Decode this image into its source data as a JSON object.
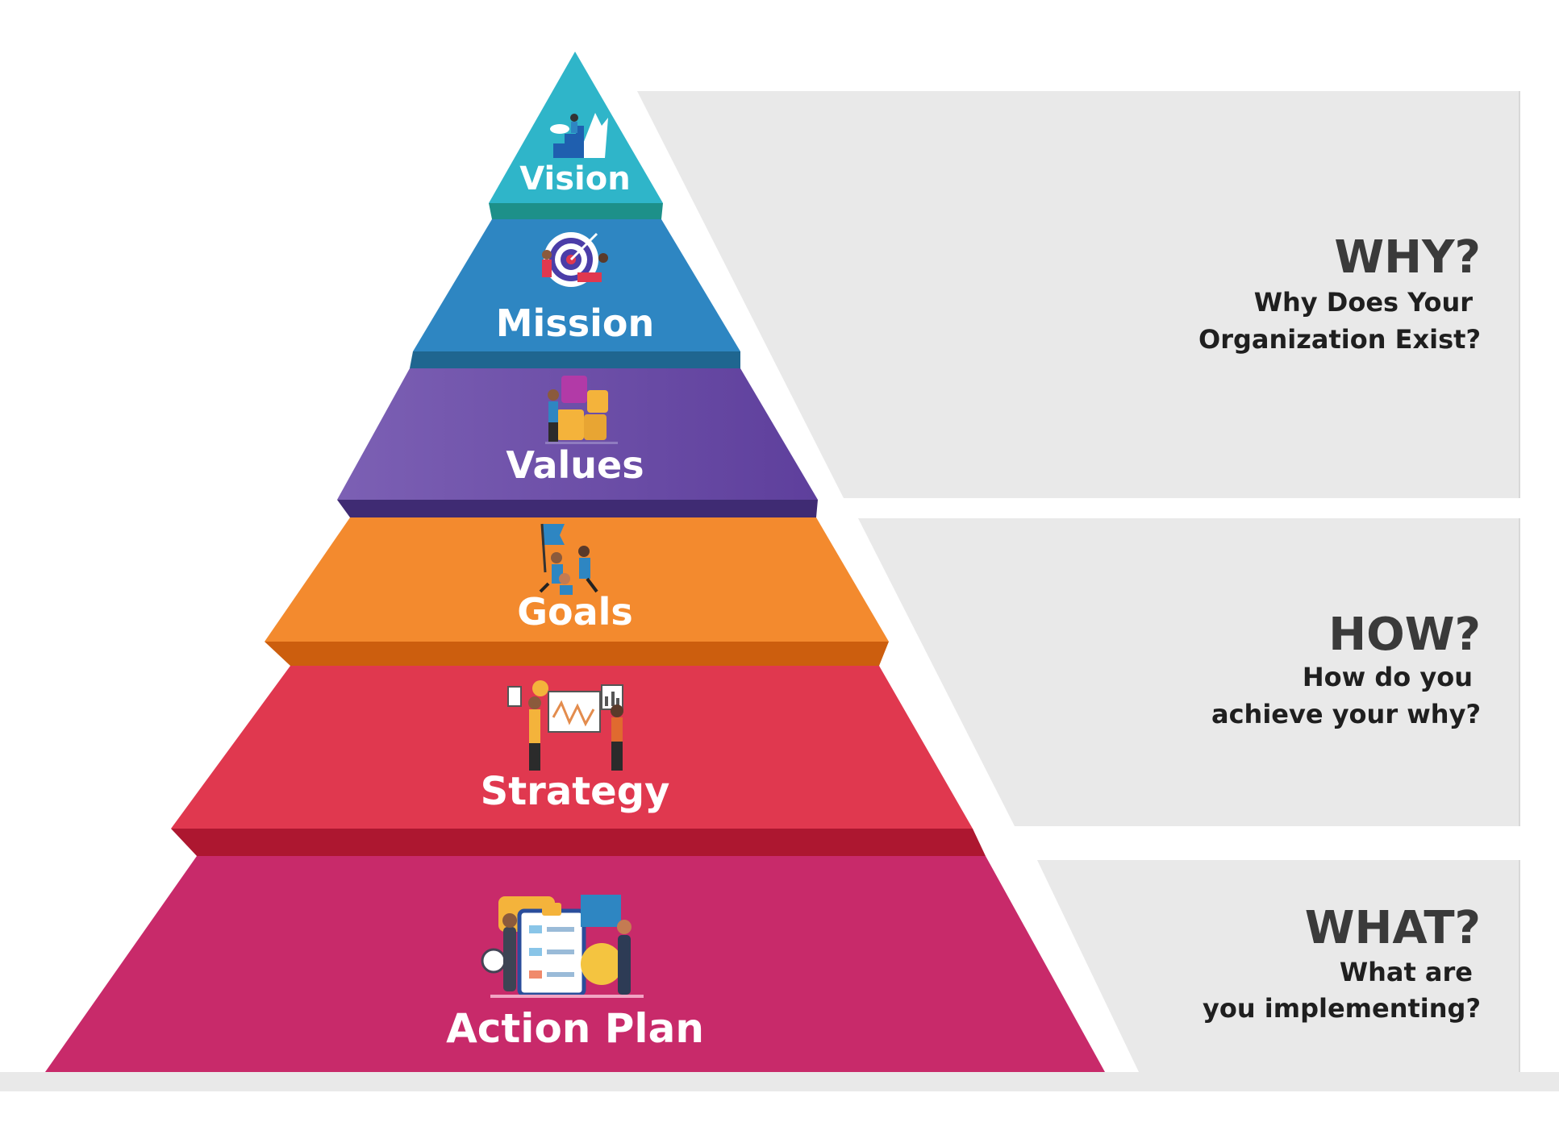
{
  "diagram": {
    "levels": [
      {
        "id": "vision",
        "label": "Vision",
        "icon": "mountain-summit-icon",
        "color": "#2FB5C9",
        "shadow": "#1D9089"
      },
      {
        "id": "mission",
        "label": "Mission",
        "icon": "target-team-icon",
        "color": "#2E86C2",
        "shadow": "#1F6690"
      },
      {
        "id": "values",
        "label": "Values",
        "icon": "puzzle-pieces-icon",
        "color": "#6B4FA8",
        "shadow": "#3F2B73"
      },
      {
        "id": "goals",
        "label": "Goals",
        "icon": "team-flag-icon",
        "color": "#F38A2E",
        "shadow": "#CC5E0E"
      },
      {
        "id": "strategy",
        "label": "Strategy",
        "icon": "presentation-board-icon",
        "color": "#E0384F",
        "shadow": "#AD1730"
      },
      {
        "id": "action-plan",
        "label": "Action Plan",
        "icon": "checklist-clipboard-icon",
        "color": "#C82A6A",
        "shadow": "#C82A6A"
      }
    ],
    "panels": [
      {
        "id": "why",
        "heading": "WHY?",
        "line1": "Why Does Your",
        "line2": "Organization Exist?"
      },
      {
        "id": "how",
        "heading": "HOW?",
        "line1": "How do you",
        "line2": "achieve your why?"
      },
      {
        "id": "what",
        "heading": "WHAT?",
        "line1": "What are",
        "line2": "you implementing?"
      }
    ],
    "colors": {
      "panel_bg": "#E9E9E9",
      "heading": "#3A3A3A",
      "subtext": "#1F1F1F"
    }
  }
}
